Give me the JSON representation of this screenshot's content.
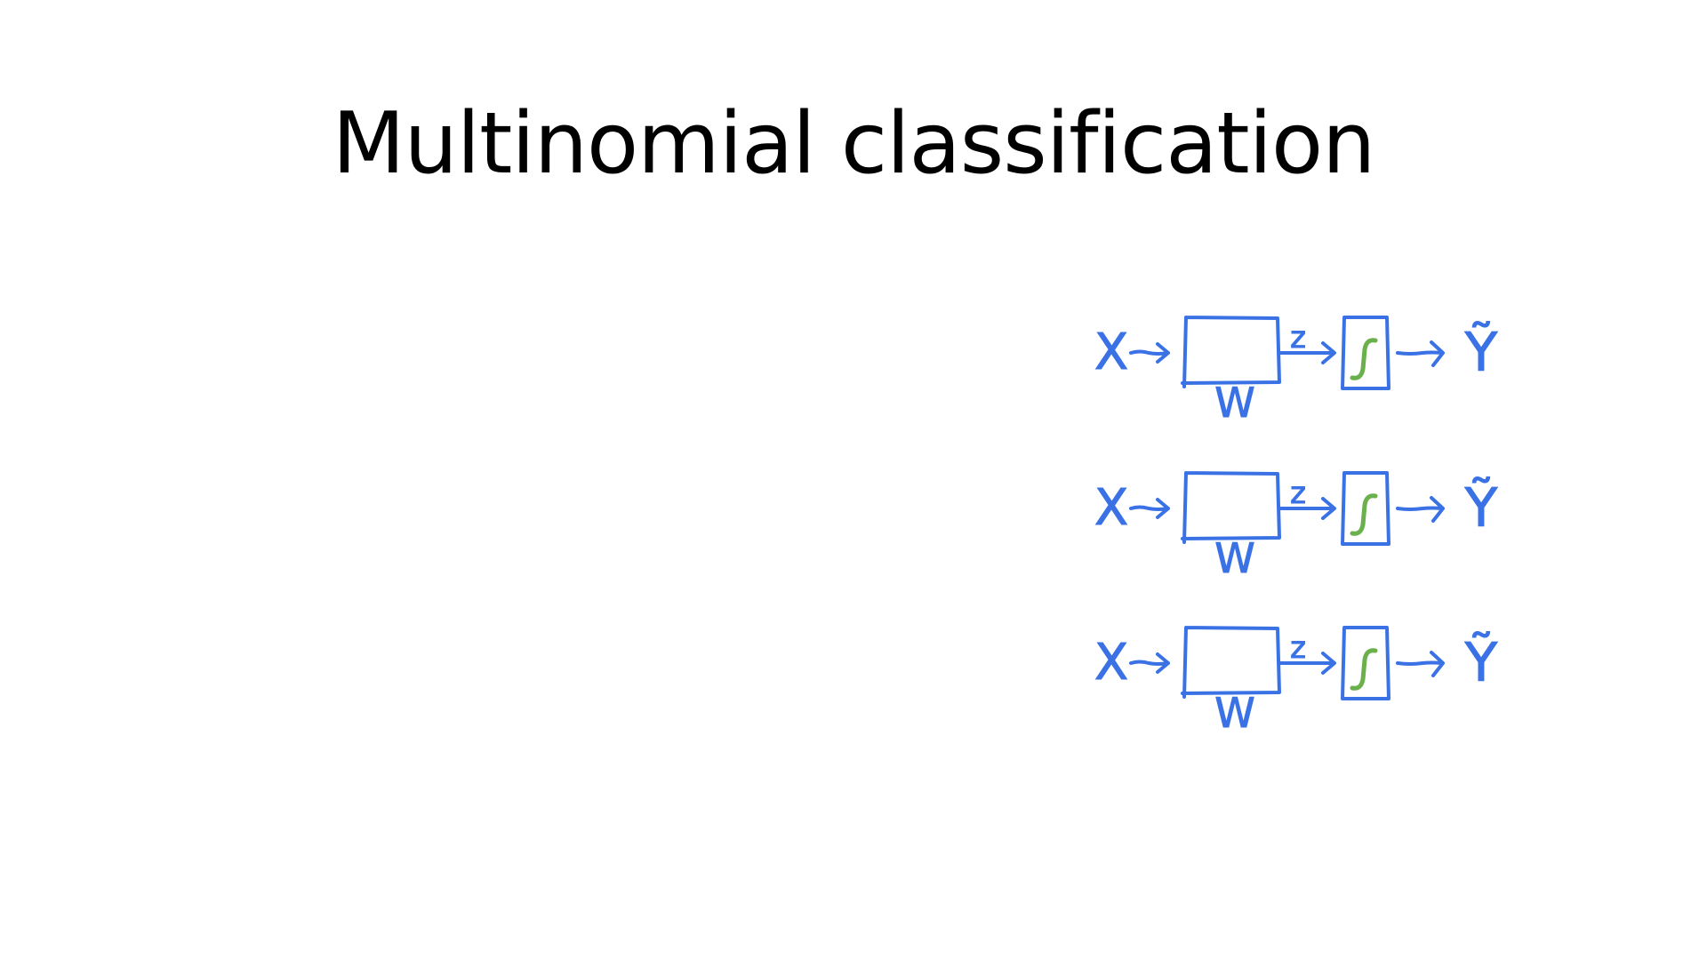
{
  "slide": {
    "title": "Multinomial classification"
  },
  "diagram": {
    "ink_color": "#3a72e6",
    "activation_color": "#6ab04c",
    "units": [
      {
        "input": "X",
        "weights": "W",
        "logit": "z",
        "activation_icon": "sigmoid-curve-icon",
        "output": "Ỹ"
      },
      {
        "input": "X",
        "weights": "W",
        "logit": "z",
        "activation_icon": "sigmoid-curve-icon",
        "output": "Ỹ"
      },
      {
        "input": "X",
        "weights": "W",
        "logit": "z",
        "activation_icon": "sigmoid-curve-icon",
        "output": "Ỹ"
      }
    ]
  }
}
